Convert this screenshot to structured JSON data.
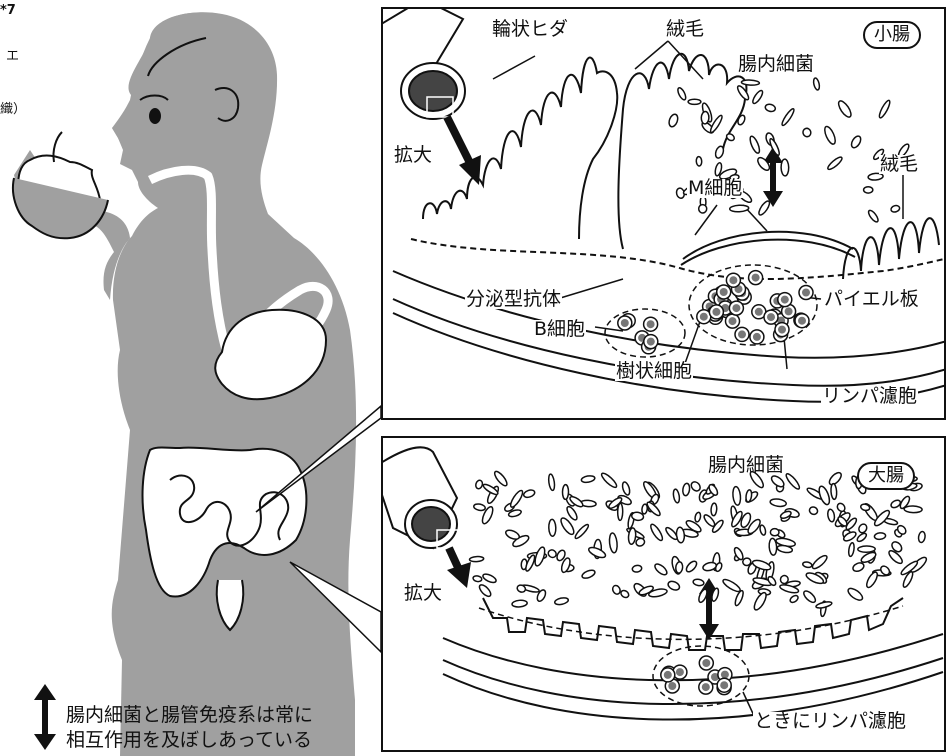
{
  "fragments": {
    "top": "*7",
    "mid": "エ",
    "bottom": "織）"
  },
  "small_intestine": {
    "badge": "小腸",
    "labels": {
      "circular_folds": "輪状ヒダ",
      "villi_top": "絨毛",
      "gut_bacteria": "腸内細菌",
      "enlarge": "拡大",
      "m_cell": "M細胞",
      "villi_right": "絨毛",
      "secretory_antibody": "分泌型抗体",
      "peyers_patch": "パイエル板",
      "b_cell": "B細胞",
      "dendritic_cell": "樹状細胞",
      "lymph_follicle": "リンパ濾胞"
    }
  },
  "large_intestine": {
    "badge": "大腸",
    "labels": {
      "gut_bacteria": "腸内細菌",
      "enlarge": "拡大",
      "lymph_follicle_sometimes": "ときにリンパ濾胞"
    }
  },
  "caption": {
    "line1": "腸内細菌と腸管免疫系は常に",
    "line2": "相互作用を及ぼしあっている"
  },
  "colors": {
    "body_fill": "#a0a0a0",
    "line": "#111111",
    "cell_fill": "#777777"
  }
}
